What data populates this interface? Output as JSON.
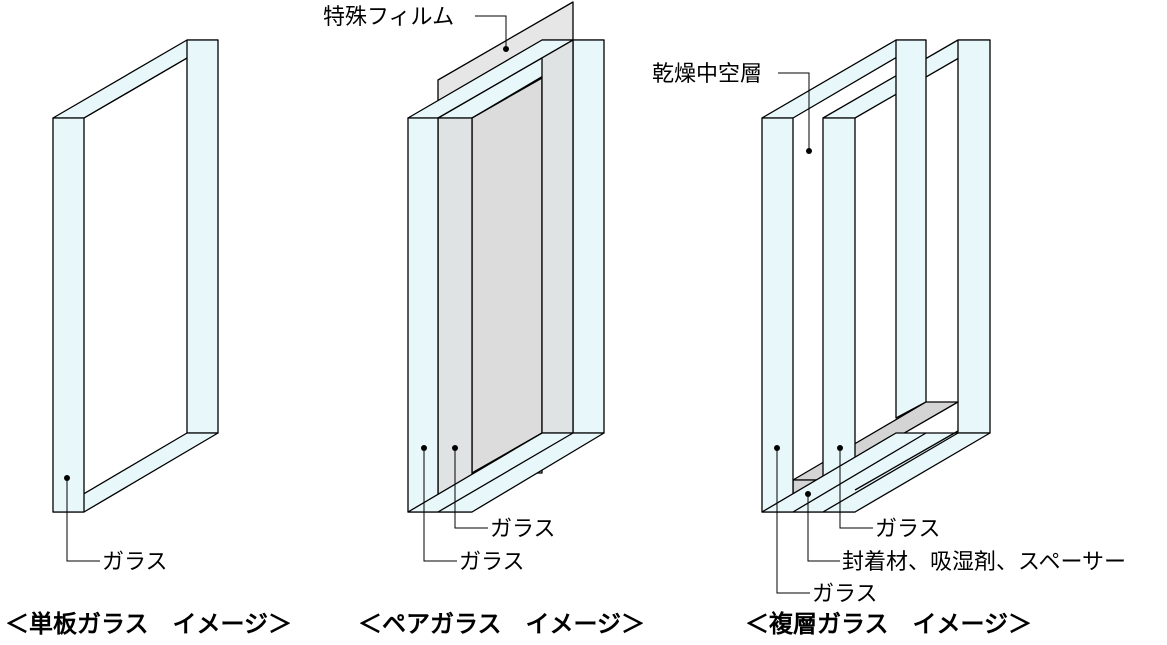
{
  "colors": {
    "glass": "#e8f8fa",
    "glass_side": "#f2fcfd",
    "film": "#dcdcdc",
    "film_light": "#e6e6e6",
    "spacer": "#d4d4d4",
    "gap_side": "#dfe3e4"
  },
  "labels": {
    "single_glass": "ガラス",
    "pair_film": "特殊フィルム",
    "pair_glass_inner": "ガラス",
    "pair_glass_outer": "ガラス",
    "multi_air_layer": "乾燥中空層",
    "multi_glass_inner": "ガラス",
    "multi_sealant": "封着材、吸湿剤、スペーサー",
    "multi_glass_outer": "ガラス"
  },
  "captions": {
    "single": "＜単板ガラス　イメージ＞",
    "pair": "＜ペアガラス　イメージ＞",
    "multi": "＜複層ガラス　イメージ＞"
  }
}
